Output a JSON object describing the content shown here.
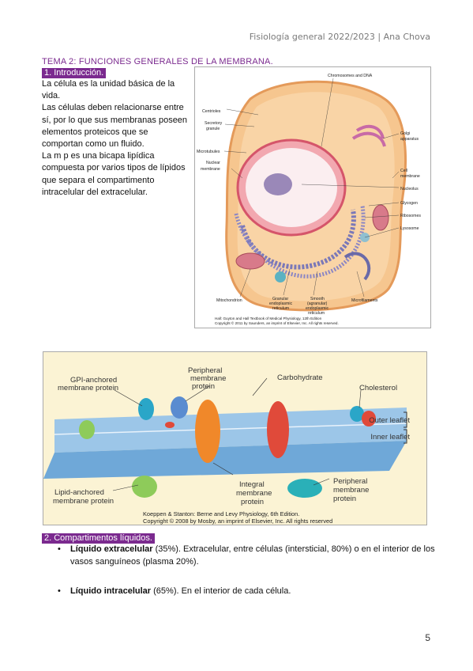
{
  "header": {
    "text": "Fisiología general 2022/2023 | Ana Chova"
  },
  "topic": {
    "title": "TEMA 2: FUNCIONES GENERALES DE LA MEMBRANA."
  },
  "section1": {
    "heading": "1. Introducción.",
    "paragraphs": [
      "La célula es la unidad básica de la vida.",
      "Las células deben relacionarse entre sí, por lo que sus membranas poseen elementos proteicos que se comportan como un fluido.",
      "La m p es una bicapa lipídica compuesta por varios tipos de lípidos que separa el compartimento intracelular del extracelular."
    ]
  },
  "figure1": {
    "labels": {
      "chromosomes": "Chromosomes and DNA",
      "centrioles": "Centrioles",
      "secretory1": "Secretory",
      "secretory2": "granule",
      "microtubules": "Microtubules",
      "nuclear1": "Nuclear",
      "nuclear2": "membrane",
      "golgi1": "Golgi",
      "golgi2": "apparatus",
      "cell1": "Cell",
      "cell2": "membrane",
      "nucleolus": "Nucleolus",
      "glycogen": "Glycogen",
      "ribosomes": "Ribosomes",
      "lysosome": "Lysosome",
      "mitochondrion": "Mitochondrion",
      "granular1": "Granular",
      "granular2": "endoplasmic",
      "granular3": "reticulum",
      "smooth1": "Smooth",
      "smooth2": "(agranular)",
      "smooth3": "endoplasmic",
      "smooth4": "reticulum",
      "microfilaments": "Microfilaments"
    },
    "caption_line1": "Hall: Guyton and Hall Textbook of Medical Physiology, 12th Edition",
    "caption_line2": "Copyright © 2011 by Saunders, an imprint of Elsevier, Inc. All rights reserved."
  },
  "figure2": {
    "labels": {
      "gpi1": "GPI-anchored",
      "gpi2": "membrane protein",
      "periph_top1": "Peripheral",
      "periph_top2": "membrane",
      "periph_top3": "protein",
      "carbohydrate": "Carbohydrate",
      "cholesterol": "Cholesterol",
      "outer": "Outer leaflet",
      "inner": "Inner leaflet",
      "lipid1": "Lipid-anchored",
      "lipid2": "membrane protein",
      "integral1": "Integral",
      "integral2": "membrane",
      "integral3": "protein",
      "periph_bot1": "Peripheral",
      "periph_bot2": "membrane",
      "periph_bot3": "protein"
    },
    "caption_line1": "Koeppen & Stanton: Berne and Levy Physiology, 6th Edition.",
    "caption_line2": "Copyright © 2008 by Mosby, an imprint of Elsevier, Inc. All rights reserved"
  },
  "section2": {
    "heading": "2. Compartimentos líquidos.",
    "items": [
      {
        "term": "Líquido extracelular",
        "text": " (35%). Extracelular, entre células (intersticial, 80%) o en el interior de los vasos sanguíneos (plasma 20%)."
      },
      {
        "term": "Líquido intracelular",
        "text": " (65%). En el interior de cada célula."
      }
    ],
    "bullet": "•"
  },
  "page": {
    "number": "5"
  },
  "colors": {
    "accent": "#7b2a8f"
  }
}
